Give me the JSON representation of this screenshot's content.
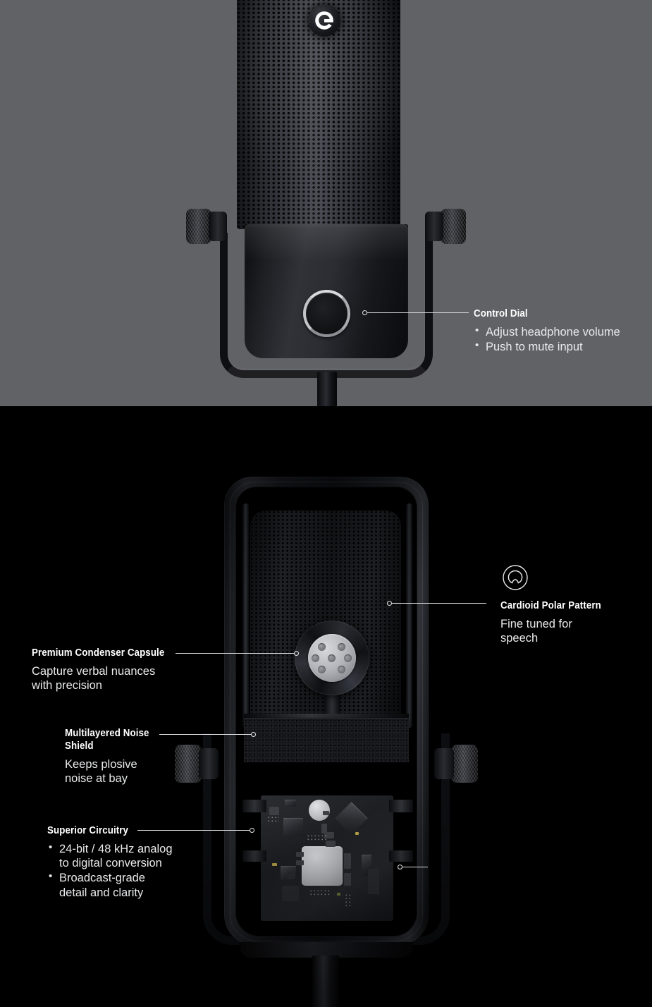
{
  "page": {
    "title": "Microphone feature callout infographic",
    "panels": [
      {
        "id": "top",
        "background": "#616266",
        "view": "front-upper"
      },
      {
        "id": "bottom",
        "background": "#000000",
        "view": "exploded-internal"
      }
    ],
    "brand_logo": "elgato-logo-icon",
    "accent_line_color": "#dcdde0",
    "text_color": "#e9eaec",
    "title_color": "#ffffff"
  },
  "callouts": [
    {
      "id": "control-dial",
      "title": "Control Dial",
      "bullets": [
        "Adjust headphone volume",
        "Push to mute input"
      ],
      "body": "",
      "icon": "",
      "panel": "top",
      "side": "right"
    },
    {
      "id": "cardioid-polar-pattern",
      "title": "Cardioid Polar Pattern",
      "bullets": [],
      "body": "Fine tuned for speech",
      "body_line1": "Fine tuned for",
      "body_line2": "speech",
      "icon": "cardioid-pattern-icon",
      "panel": "bottom",
      "side": "right"
    },
    {
      "id": "premium-condenser-capsule",
      "title": "Premium Condenser Capsule",
      "bullets": [],
      "body": "Capture verbal nuances with precision",
      "body_line1": "Capture verbal nuances",
      "body_line2": "with precision",
      "icon": "",
      "panel": "bottom",
      "side": "left"
    },
    {
      "id": "multilayered-noise-shield",
      "title": "Multilayered Noise Shield",
      "title_line1": "Multilayered Noise",
      "title_line2": "Shield",
      "bullets": [],
      "body": "Keeps plosive noise at bay",
      "body_line1": "Keeps plosive",
      "body_line2": "noise at bay",
      "icon": "",
      "panel": "bottom",
      "side": "left"
    },
    {
      "id": "superior-circuitry",
      "title": "Superior Circuitry",
      "bullets": [
        "24-bit / 48 kHz analog to digital conversion",
        "Broadcast-grade detail and clarity"
      ],
      "bullet1_line1": "24-bit / 48 kHz analog",
      "bullet1_line2": "to digital conversion",
      "bullet2_line1": "Broadcast-grade",
      "bullet2_line2": "detail and clarity",
      "body": "",
      "icon": "",
      "panel": "bottom",
      "side": "left"
    }
  ],
  "product_parts": [
    {
      "name": "perforated-grille",
      "panel": "top"
    },
    {
      "name": "elgato-logo-badge",
      "panel": "top"
    },
    {
      "name": "mic-body-housing",
      "panel": "top"
    },
    {
      "name": "control-dial-ring",
      "panel": "top"
    },
    {
      "name": "shock-mount-yoke",
      "panel": "top"
    },
    {
      "name": "knurled-tension-knob-left",
      "panel": "top"
    },
    {
      "name": "knurled-tension-knob-right",
      "panel": "top"
    },
    {
      "name": "stand-post",
      "panel": "top"
    },
    {
      "name": "outer-shell",
      "panel": "bottom"
    },
    {
      "name": "honeycomb-grille",
      "panel": "bottom"
    },
    {
      "name": "condenser-capsule",
      "panel": "bottom"
    },
    {
      "name": "noise-shield-foam",
      "panel": "bottom"
    },
    {
      "name": "circuit-board",
      "panel": "bottom"
    },
    {
      "name": "knurled-tension-knob-left",
      "panel": "bottom"
    },
    {
      "name": "knurled-tension-knob-right",
      "panel": "bottom"
    },
    {
      "name": "stand-post",
      "panel": "bottom"
    }
  ]
}
